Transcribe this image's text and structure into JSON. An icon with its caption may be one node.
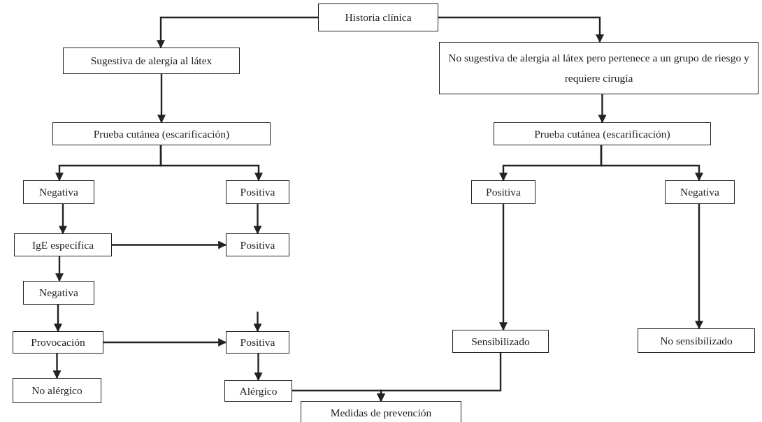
{
  "diagram": {
    "nodes": [
      {
        "text": [
          "Historia clínica"
        ]
      },
      {
        "text": [
          "Sugestiva de alergia al látex"
        ]
      },
      {
        "text": [
          "No sugestiva de alergia al látex pero pertenece a un grupo de riesgo y requiere cirugía"
        ]
      },
      {
        "text": [
          "Prueba cutánea (escarificación)"
        ]
      },
      {
        "text": [
          "Prueba cutánea (escarificación)"
        ]
      },
      {
        "text": [
          "Negativa"
        ]
      },
      {
        "text": [
          "Positiva"
        ]
      },
      {
        "text": [
          "Positiva"
        ]
      },
      {
        "text": [
          "Negativa"
        ]
      },
      {
        "text": [
          "IgE específica"
        ]
      },
      {
        "text": [
          "Positiva"
        ]
      },
      {
        "text": [
          "Negativa"
        ]
      },
      {
        "text": [
          "Provocación"
        ]
      },
      {
        "text": [
          "Positiva"
        ]
      },
      {
        "text": [
          "No alérgico"
        ]
      },
      {
        "text": [
          "Alérgico"
        ]
      },
      {
        "text": [
          "Medidas de prevención"
        ]
      },
      {
        "text": [
          "Sensibilizado"
        ]
      },
      {
        "text": [
          "No sensibilizado"
        ]
      }
    ],
    "edges": [
      {
        "from": 0,
        "to": 1,
        "arrow": "to"
      },
      {
        "from": 0,
        "to": 2,
        "arrow": "to"
      },
      {
        "from": 1,
        "to": 3,
        "arrow": "to"
      },
      {
        "from": 2,
        "to": 4,
        "arrow": "to"
      },
      {
        "from": 3,
        "to": 5,
        "arrow": "to"
      },
      {
        "from": 3,
        "to": 6,
        "arrow": "to"
      },
      {
        "from": 4,
        "to": 7,
        "arrow": "to"
      },
      {
        "from": 4,
        "to": 8,
        "arrow": "to"
      },
      {
        "from": 5,
        "to": 9,
        "arrow": "to"
      },
      {
        "from": 6,
        "to": 10,
        "arrow": "to"
      },
      {
        "from": 9,
        "to": 10,
        "arrow": "to"
      },
      {
        "from": 9,
        "to": 11,
        "arrow": "to"
      },
      {
        "from": 11,
        "to": 12,
        "arrow": "to"
      },
      {
        "from": null,
        "to": 13,
        "arrow": "to"
      },
      {
        "from": 12,
        "to": 13,
        "arrow": "to"
      },
      {
        "from": 12,
        "to": 14,
        "arrow": "to"
      },
      {
        "from": 13,
        "to": 15,
        "arrow": "to"
      },
      {
        "from": 15,
        "to": 16,
        "arrow": "to"
      },
      {
        "from": 17,
        "to": 16,
        "arrow": "to"
      },
      {
        "from": 7,
        "to": 17,
        "arrow": "to"
      },
      {
        "from": 8,
        "to": 18,
        "arrow": "to"
      }
    ]
  }
}
